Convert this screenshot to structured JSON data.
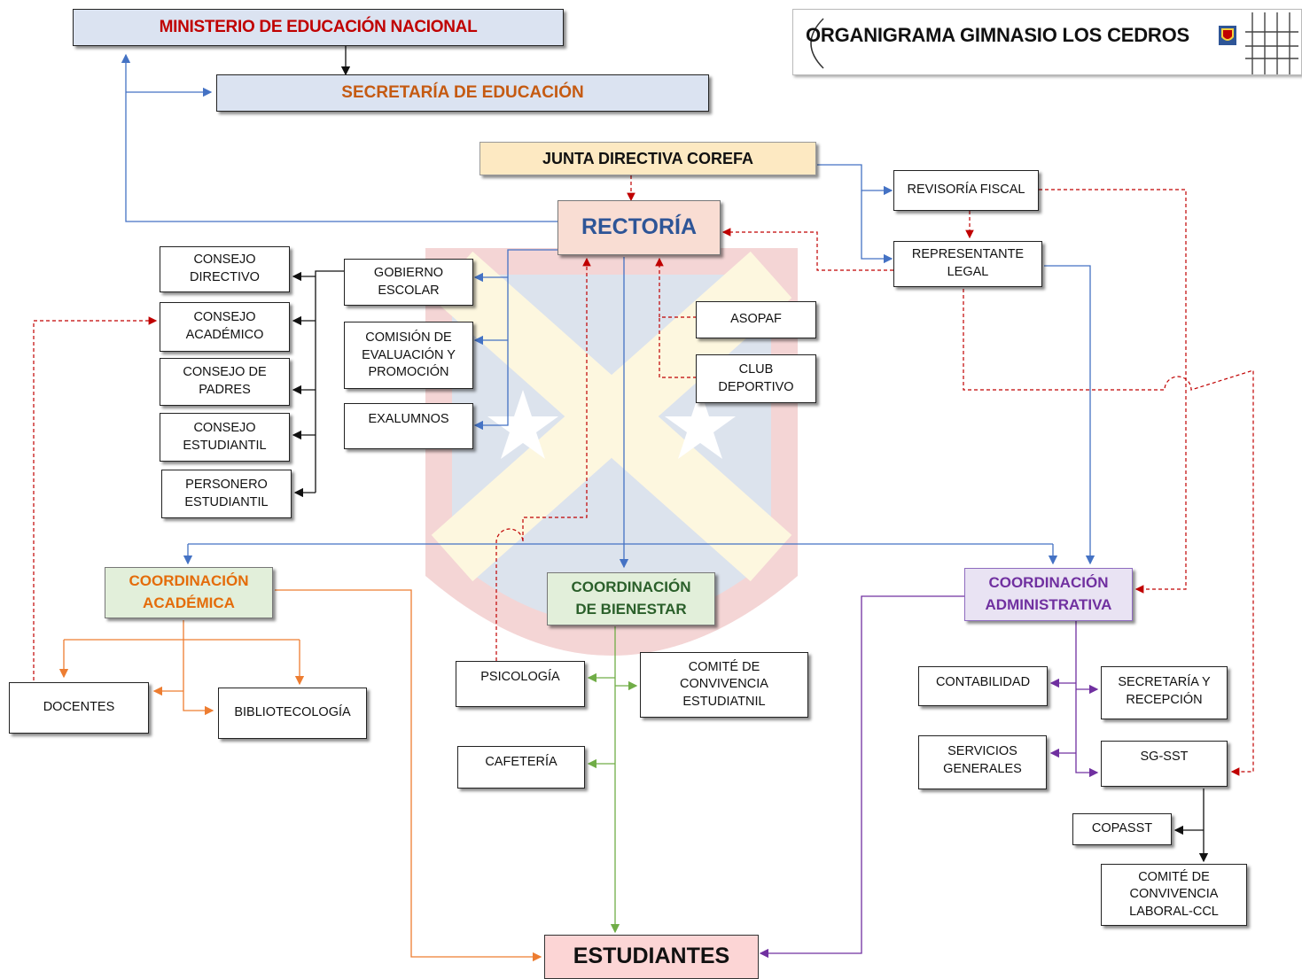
{
  "title": "ORGANIGRAMA GIMNASIO LOS CEDROS",
  "colors": {
    "blue_line": "#4472c4",
    "red_dashed": "#c00000",
    "orange_line": "#ed7d31",
    "green_line": "#70ad47",
    "purple_line": "#7030a0",
    "black_line": "#111111"
  },
  "external": {
    "ministerio": "MINISTERIO DE EDUCACIÓN NACIONAL",
    "secretaria": "SECRETARÍA DE EDUCACIÓN"
  },
  "governance": {
    "junta": "JUNTA DIRECTIVA COREFA",
    "rectoria": "RECTORÍA",
    "revisoria": "REVISORÍA FISCAL",
    "representante": "REPRESENTANTE\nLEGAL",
    "asopaf": "ASOPAF",
    "club": "CLUB\nDEPORTIVO"
  },
  "rectoria_units": {
    "gobierno": "GOBIERNO\nESCOLAR",
    "comision": "COMISIÓN DE\nEVALUACIÓN Y\nPROMOCIÓN",
    "exalumnos": "EXALUMNOS"
  },
  "gobierno_escolar": [
    "CONSEJO\nDIRECTIVO",
    "CONSEJO\nACADÉMICO",
    "CONSEJO DE\nPADRES",
    "CONSEJO\nESTUDIANTIL",
    "PERSONERO\nESTUDIANTIL"
  ],
  "coordinations": {
    "academica": {
      "title": "COORDINACIÓN\nACADÉMICA",
      "units": {
        "docentes": "DOCENTES",
        "biblio": "BIBLIOTECOLOGÍA"
      }
    },
    "bienestar": {
      "title": "COORDINACIÓN\nDE BIENESTAR",
      "units": {
        "psicologia": "PSICOLOGÍA",
        "comite": "COMITÉ DE\nCONVIVENCIA\nESTUDIATNIL",
        "cafeteria": "CAFETERÍA"
      }
    },
    "administrativa": {
      "title": "COORDINACIÓN\nADMINISTRATIVA",
      "units": {
        "contabilidad": "CONTABILIDAD",
        "secretaria_recepcion": "SECRETARÍA Y\nRECEPCIÓN",
        "servicios": "SERVICIOS\nGENERALES",
        "sgsst": "SG-SST",
        "copasst": "COPASST",
        "ccl": "COMITÉ DE\nCONVIVENCIA\nLABORAL-CCL"
      }
    }
  },
  "estudiantes": "ESTUDIANTES"
}
